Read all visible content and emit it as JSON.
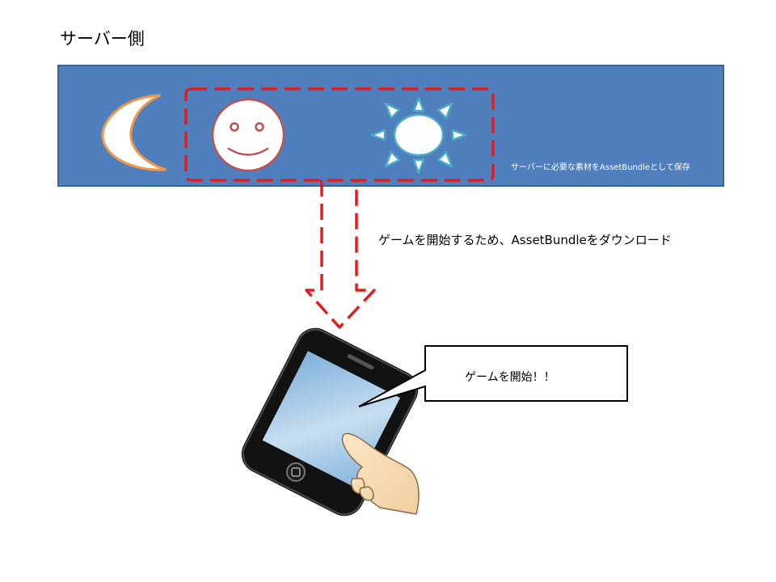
{
  "title": "サーバー側",
  "server": {
    "caption": "サーバーに必要な素材をAssetBundleとして保存",
    "icons": [
      "moon-icon",
      "smiley-icon",
      "sun-icon"
    ]
  },
  "download_caption": "ゲームを開始するため、AssetBundleをダウンロード",
  "speech_bubble": {
    "text": "ゲームを開始！！"
  },
  "colors": {
    "server_box": "#4f80bd",
    "dashed_outline": "#e21d1d",
    "moon_stroke": "#f0974a",
    "smiley_stroke": "#c0504d",
    "sun_stroke": "#4bacc6"
  }
}
